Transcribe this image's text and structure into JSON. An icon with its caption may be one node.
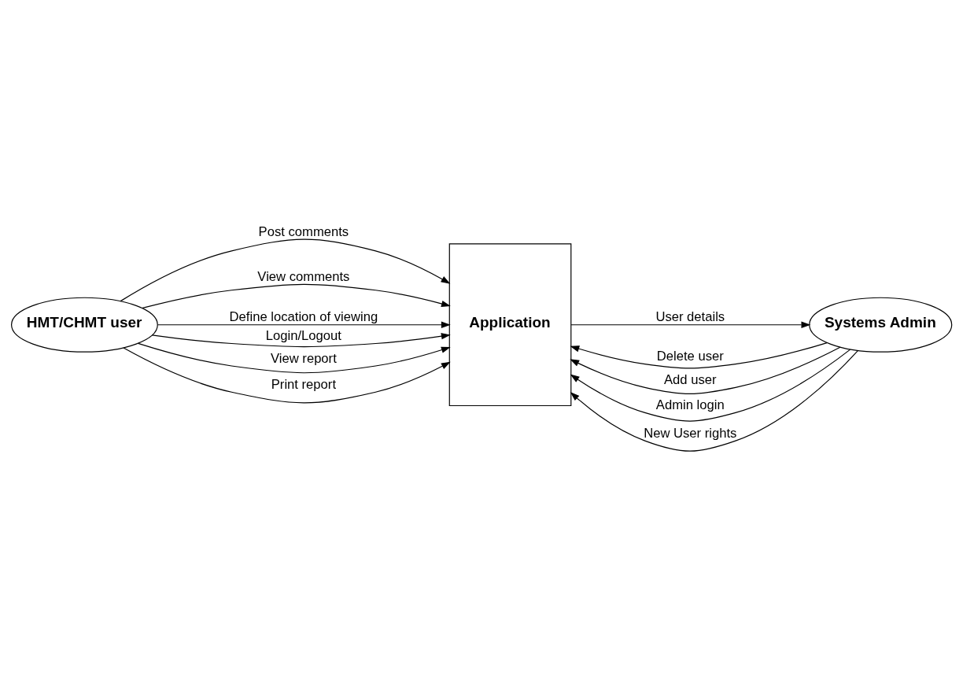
{
  "diagram": {
    "nodes": [
      {
        "text": [
          "HMT/CHMT user"
        ]
      },
      {
        "text": [
          "Application"
        ]
      },
      {
        "text": [
          "Systems Admin"
        ]
      }
    ],
    "edges": [
      {
        "from": 0,
        "to": 1,
        "arrow": "to",
        "label": "Post comments"
      },
      {
        "from": 0,
        "to": 1,
        "arrow": "to",
        "label": "View comments"
      },
      {
        "from": 0,
        "to": 1,
        "arrow": "to",
        "label": "Define location of viewing"
      },
      {
        "from": 2,
        "to": 1,
        "arrow": "to",
        "label": "Delete user"
      },
      {
        "from": 2,
        "to": 1,
        "arrow": "to",
        "label": "Add user"
      },
      {
        "from": 2,
        "to": 1,
        "arrow": "to",
        "label": "Admin login"
      },
      {
        "from": 0,
        "to": 1,
        "arrow": "to",
        "label": "Login/Logout"
      },
      {
        "from": 1,
        "to": 2,
        "arrow": "to",
        "label": "User details"
      },
      {
        "from": 0,
        "to": 1,
        "arrow": "to",
        "label": "View report"
      },
      {
        "from": 0,
        "to": 1,
        "arrow": "to",
        "label": "Print report"
      },
      {
        "from": 2,
        "to": 1,
        "arrow": "to",
        "label": "New User rights"
      }
    ]
  }
}
